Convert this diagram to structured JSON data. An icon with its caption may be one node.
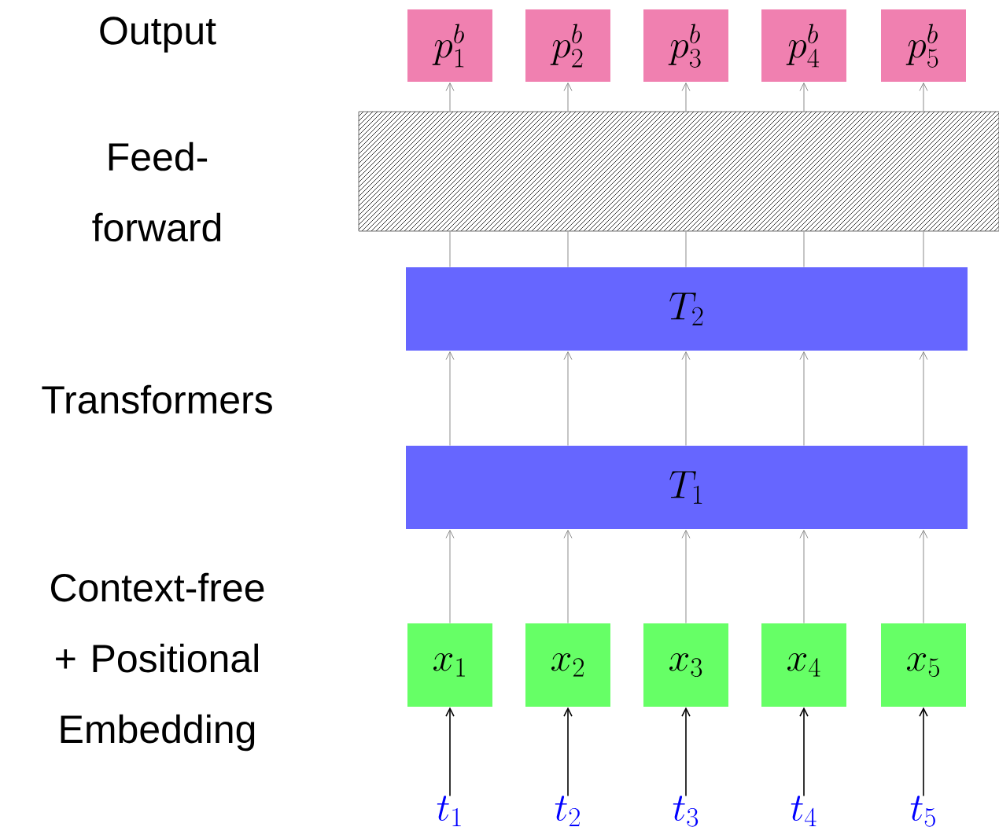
{
  "diagram": {
    "nodes": [
      {
        "text": [
          "p_1^b"
        ]
      },
      {
        "text": [
          "p_2^b"
        ]
      },
      {
        "text": [
          "p_3^b"
        ]
      },
      {
        "text": [
          "p_4^b"
        ]
      },
      {
        "text": [
          "p_5^b"
        ]
      },
      {
        "text": [],
        "shape": "box"
      },
      {
        "text": [
          "T_2"
        ]
      },
      {
        "text": [
          "T_1"
        ]
      },
      {
        "text": [
          "x_1"
        ]
      },
      {
        "text": [
          "x_2"
        ]
      },
      {
        "text": [
          "x_3"
        ]
      },
      {
        "text": [
          "x_4"
        ]
      },
      {
        "text": [
          "x_5"
        ]
      },
      {
        "text": [
          "t_1"
        ]
      },
      {
        "text": [
          "t_2"
        ]
      },
      {
        "text": [
          "t_3"
        ]
      },
      {
        "text": [
          "t_4"
        ]
      },
      {
        "text": [
          "t_5"
        ]
      }
    ],
    "edges": [
      {
        "from": 13,
        "to": 8,
        "arrow": "to",
        "color": "#000000"
      },
      {
        "from": 14,
        "to": 9,
        "arrow": "to",
        "color": "#000000"
      },
      {
        "from": 15,
        "to": 10,
        "arrow": "to",
        "color": "#000000"
      },
      {
        "from": 16,
        "to": 11,
        "arrow": "to",
        "color": "#000000"
      },
      {
        "from": 17,
        "to": 12,
        "arrow": "to",
        "color": "#000000"
      },
      {
        "from": 8,
        "to": 7,
        "arrow": "to"
      },
      {
        "from": 9,
        "to": 7,
        "arrow": "to"
      },
      {
        "from": 10,
        "to": 7,
        "arrow": "to"
      },
      {
        "from": 11,
        "to": 7,
        "arrow": "to"
      },
      {
        "from": 12,
        "to": 7,
        "arrow": "to"
      },
      {
        "from": 7,
        "to": 6,
        "arrow": "to"
      },
      {
        "from": 7,
        "to": 6,
        "arrow": "to"
      },
      {
        "from": 7,
        "to": 6,
        "arrow": "to"
      },
      {
        "from": 7,
        "to": 6,
        "arrow": "to"
      },
      {
        "from": 7,
        "to": 6,
        "arrow": "to"
      },
      {
        "from": 6,
        "to": 5,
        "arrow": "none"
      },
      {
        "from": 6,
        "to": 5,
        "arrow": "none"
      },
      {
        "from": 6,
        "to": 5,
        "arrow": "none"
      },
      {
        "from": 6,
        "to": 5,
        "arrow": "none"
      },
      {
        "from": 6,
        "to": 5,
        "arrow": "none"
      },
      {
        "from": 5,
        "to": 0,
        "arrow": "to"
      },
      {
        "from": 5,
        "to": 1,
        "arrow": "to"
      },
      {
        "from": 5,
        "to": 2,
        "arrow": "to"
      },
      {
        "from": 5,
        "to": 3,
        "arrow": "to"
      },
      {
        "from": 5,
        "to": 4,
        "arrow": "to"
      }
    ],
    "labels": [
      "Output",
      "Feed-forward",
      "Transformers",
      "Context-free + Positional Embedding"
    ]
  }
}
